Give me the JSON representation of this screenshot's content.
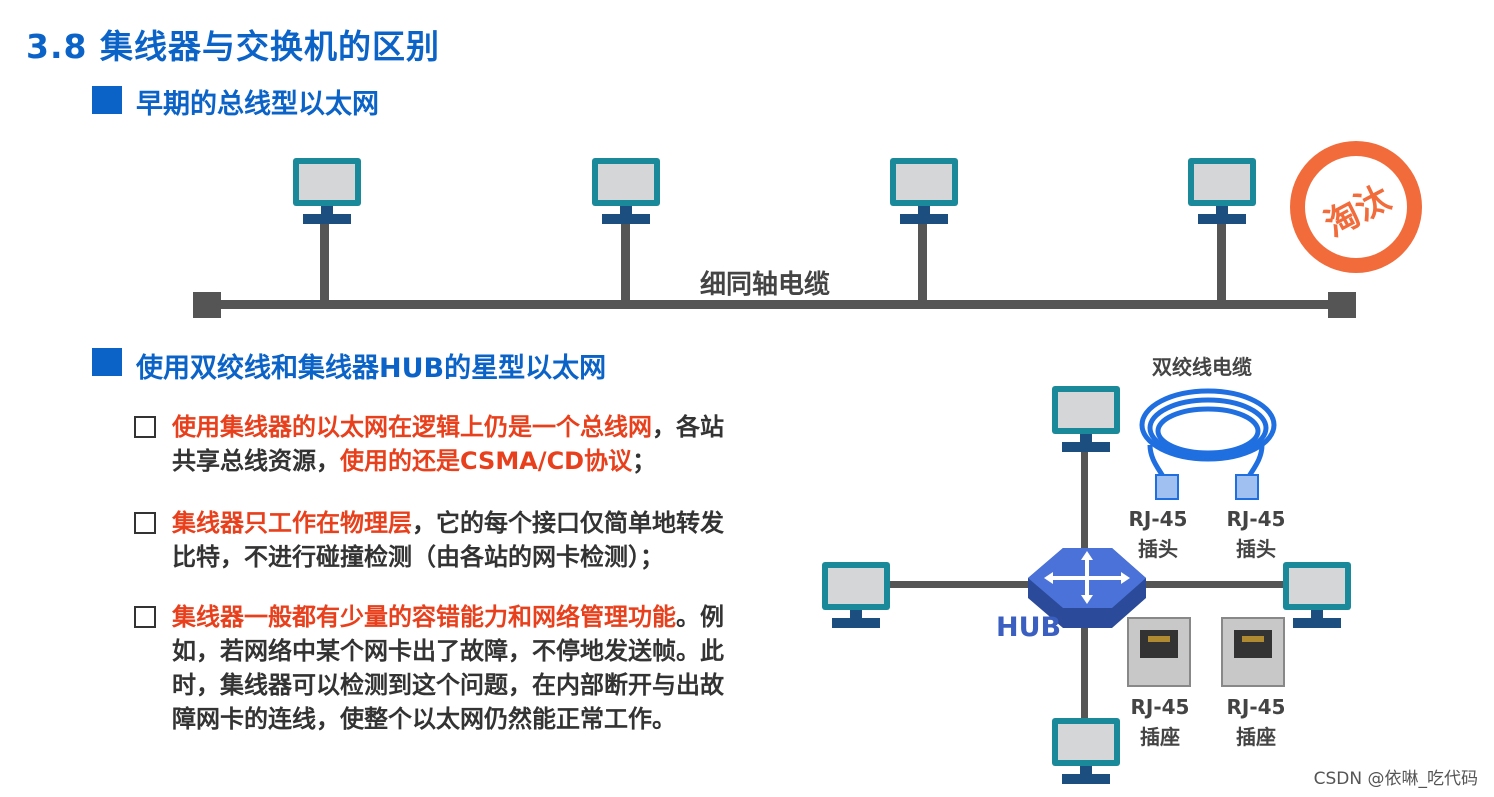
{
  "title": "3.8 集线器与交换机的区别",
  "section1": {
    "title": "早期的总线型以太网",
    "cable_label": "细同轴电缆",
    "stamp_text": "淘汰"
  },
  "section2": {
    "title": "使用双绞线和集线器HUB的星型以太网",
    "bullets": [
      {
        "lines": [
          [
            {
              "t": "使用集线器的以太网在逻辑上仍是一个总线网",
              "red": true
            },
            {
              "t": "，各站",
              "red": false
            }
          ],
          [
            {
              "t": "共享总线资源，",
              "red": false
            },
            {
              "t": "使用的还是CSMA/CD协议",
              "red": true
            },
            {
              "t": "；",
              "red": false
            }
          ]
        ]
      },
      {
        "lines": [
          [
            {
              "t": "集线器只工作在物理层",
              "red": true
            },
            {
              "t": "，它的每个接口仅简单地转发",
              "red": false
            }
          ],
          [
            {
              "t": "比特，不进行碰撞检测（由各站的网卡检测）；",
              "red": false
            }
          ]
        ]
      },
      {
        "lines": [
          [
            {
              "t": "集线器一般都有少量的容错能力和网络管理功能",
              "red": true
            },
            {
              "t": "。例",
              "red": false
            }
          ],
          [
            {
              "t": "如，若网络中某个网卡出了故障，不停地发送帧。此",
              "red": false
            }
          ],
          [
            {
              "t": "时，集线器可以检测到这个问题，在内部断开与出故",
              "red": false
            }
          ],
          [
            {
              "t": "障网卡的连线，使整个以太网仍然能正常工作。",
              "red": false
            }
          ]
        ]
      }
    ],
    "cable_title": "双绞线电缆",
    "plug_label_1": "RJ-45",
    "plug_label_2": "插头",
    "jack_label_1": "RJ-45",
    "jack_label_2": "插座",
    "hub_label": "HUB"
  },
  "watermark": "CSDN @依啉_吃代码",
  "colors": {
    "blue": "#0b63c8",
    "red": "#e8401c",
    "monitor": "#1a8a9a",
    "stand": "#1c4e80",
    "hub": "#3b5fc0",
    "cable": "#1f6fe0",
    "stamp": "#f26b3a"
  }
}
